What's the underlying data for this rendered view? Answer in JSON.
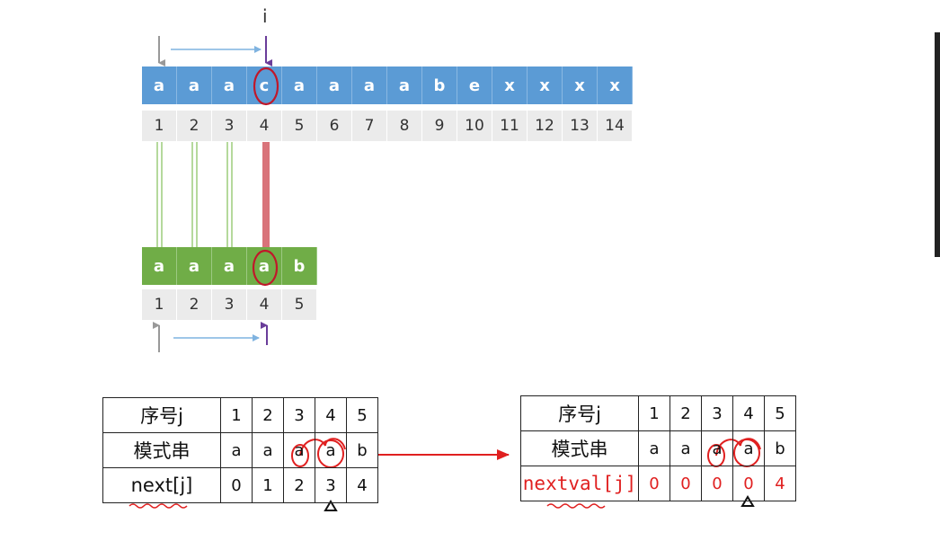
{
  "pointer_label": "i",
  "main_string": {
    "chars": [
      "a",
      "a",
      "a",
      "c",
      "a",
      "a",
      "a",
      "a",
      "b",
      "e",
      "x",
      "x",
      "x",
      "x"
    ],
    "indices": [
      "1",
      "2",
      "3",
      "4",
      "5",
      "6",
      "7",
      "8",
      "9",
      "10",
      "11",
      "12",
      "13",
      "14"
    ]
  },
  "pattern_string": {
    "chars": [
      "a",
      "a",
      "a",
      "a",
      "b"
    ],
    "indices": [
      "1",
      "2",
      "3",
      "4",
      "5"
    ]
  },
  "colors": {
    "main_cells": "#5b9bd5",
    "pattern_cells": "#70ad47",
    "index_cells": "#ebebeb",
    "match_line": "#b5d99c",
    "mismatch_line": "#d9737a",
    "pointer": "#6a3d9a",
    "annotation": "#e02020",
    "move_arrow": "#7fb3e0"
  },
  "table_next": {
    "row_labels": [
      "序号j",
      "模式串",
      "next[j]"
    ],
    "j": [
      "1",
      "2",
      "3",
      "4",
      "5"
    ],
    "pattern": [
      "a",
      "a",
      "a",
      "a",
      "b"
    ],
    "next": [
      "0",
      "1",
      "2",
      "3",
      "4"
    ]
  },
  "table_nextval": {
    "row_labels": [
      "序号j",
      "模式串",
      "nextval[j]"
    ],
    "j": [
      "1",
      "2",
      "3",
      "4",
      "5"
    ],
    "pattern": [
      "a",
      "a",
      "a",
      "a",
      "b"
    ],
    "nextval": [
      "0",
      "0",
      "0",
      "0",
      "4"
    ]
  }
}
